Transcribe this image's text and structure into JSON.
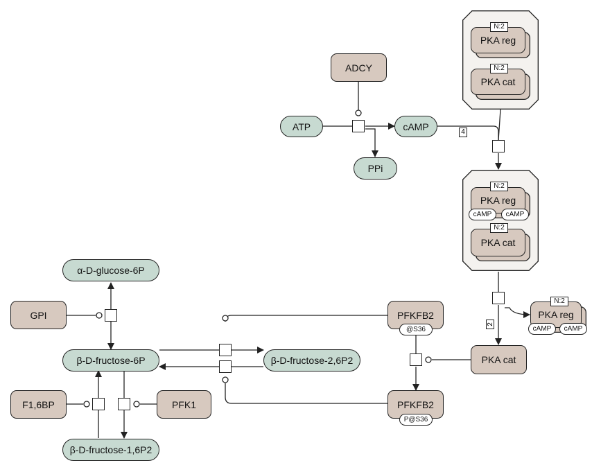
{
  "nodes": {
    "adcy": "ADCY",
    "atp": "ATP",
    "camp": "cAMP",
    "ppi": "PPi",
    "alpha_glucose_6p": "α-D-glucose-6P",
    "gpi": "GPI",
    "beta_fructose_6p": "β-D-fructose-6P",
    "beta_fructose_26p2": "β-D-fructose-2,6P2",
    "pfkfb2_top": "PFKFB2",
    "pfkfb2_top_state": "@S36",
    "pfkfb2_bottom": "PFKFB2",
    "pfkfb2_bottom_state": "P@S36",
    "pka_cat_free": "PKA cat",
    "f16bp": "F1,6BP",
    "pfk1": "PFK1",
    "beta_fructose_16p2": "β-D-fructose-1,6P2",
    "pka_reg_free": "PKA reg",
    "pka_reg_free_mult": "N:2",
    "pka_reg_free_sv1": "cAMP",
    "pka_reg_free_sv2": "cAMP"
  },
  "complex_top": {
    "reg_label": "PKA reg",
    "reg_mult": "N:2",
    "cat_label": "PKA cat",
    "cat_mult": "N:2"
  },
  "complex_mid": {
    "reg_label": "PKA reg",
    "reg_mult": "N:2",
    "reg_sv1": "cAMP",
    "reg_sv2": "cAMP",
    "cat_label": "PKA cat",
    "cat_mult": "N:2"
  },
  "stoichiometry": {
    "camp_in": "4",
    "pka_cat_out": "2"
  },
  "colors": {
    "macromolecule_fill": "#d7c9bf",
    "simple_chemical_fill": "#c7dad1",
    "complex_fill": "#f4f2ef",
    "line": "#222222"
  }
}
